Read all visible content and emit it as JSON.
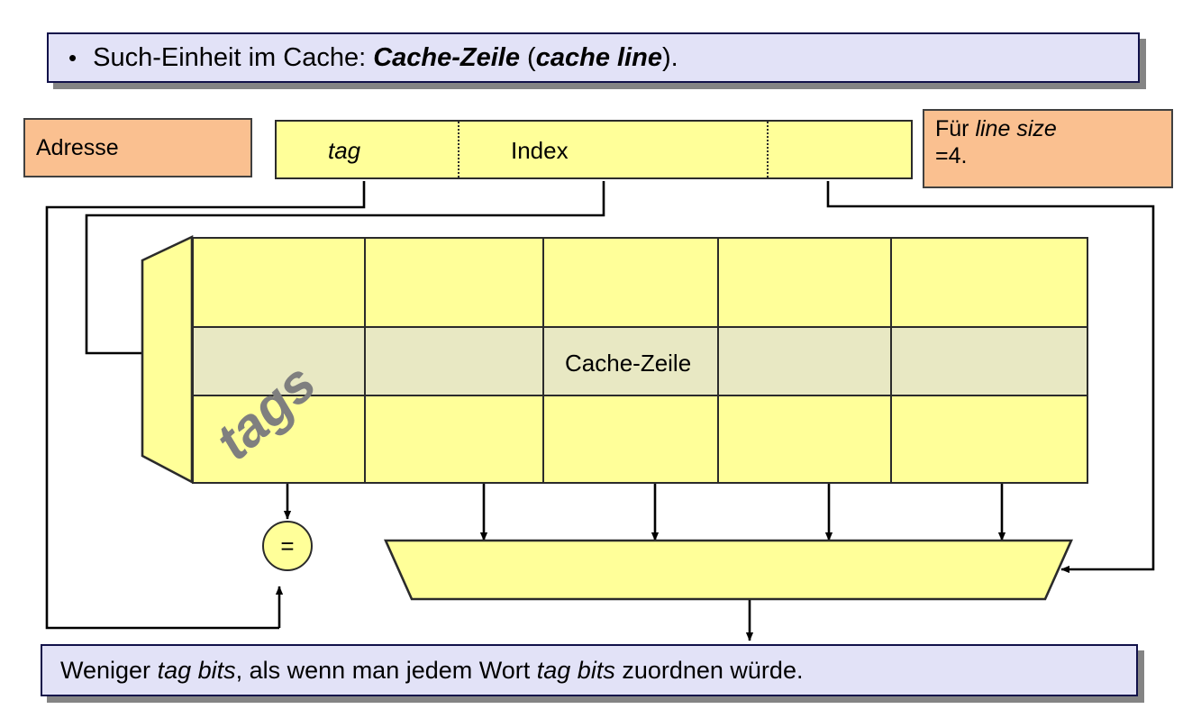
{
  "slide": {
    "title_box": {
      "bullet": "•",
      "text_plain": "Such-Einheit im Cache: Cache-Zeile (cache line).",
      "segments": [
        {
          "t": "Such-Einheit im Cache: ",
          "style": "normal"
        },
        {
          "t": "Cache-Zeile",
          "style": "bold-italic-lead"
        },
        {
          "t": " (",
          "style": "normal"
        },
        {
          "t": "cache line",
          "style": "bold-italic"
        },
        {
          "t": ").",
          "style": "normal"
        }
      ]
    },
    "footer_box": {
      "text_plain": "Weniger tag bits, als wenn man jedem Wort tag bits zuordnen würde.",
      "segments": [
        {
          "t": "Weniger ",
          "style": "normal"
        },
        {
          "t": "tag bits",
          "style": "italic"
        },
        {
          "t": ", als wenn man jedem Wort ",
          "style": "normal"
        },
        {
          "t": "tag bits",
          "style": "italic"
        },
        {
          "t": " zuordnen würde.",
          "style": "normal"
        }
      ]
    }
  },
  "address": {
    "label_box": "Adresse",
    "fields": [
      {
        "name": "tag",
        "label": "tag",
        "italic": true
      },
      {
        "name": "index",
        "label": "Index",
        "italic": false
      },
      {
        "name": "offset",
        "label": "",
        "italic": false
      }
    ]
  },
  "note": {
    "line1_prefix": "Für ",
    "line1_italic": "line size",
    "line2": "=4.",
    "text_plain": "Für line size =4."
  },
  "cache": {
    "tags_label": "tags",
    "line_label": "Cache-Zeile",
    "columns": 5,
    "rows": 3,
    "highlight_row_index": 1
  },
  "comparator": {
    "symbol": "="
  },
  "colors": {
    "callout_fill": "#E2E2F7",
    "callout_border": "#11114A",
    "callout_shadow": "#848484",
    "orange_fill": "#FAC090",
    "yellow_fill": "#FFFF99",
    "highlight_fill": "#E8E8C3",
    "line_color": "#000000",
    "tags_text": "#7F7F7F"
  }
}
